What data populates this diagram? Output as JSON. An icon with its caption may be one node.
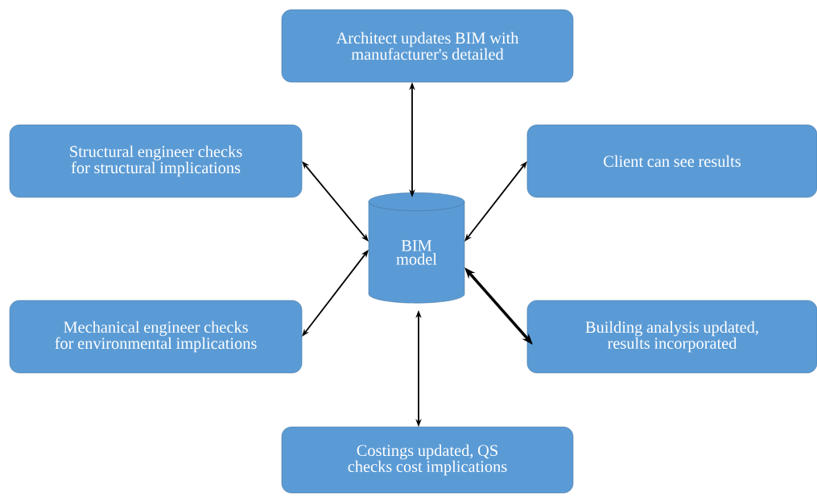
{
  "diagram": {
    "nodes": [
      {
        "text": [
          "Architect updates BIM with manufacturer's detailed"
        ]
      },
      {
        "text": [
          "Structural engineer checks for structural implications"
        ]
      },
      {
        "text": [
          "Client can see results"
        ]
      },
      {
        "text": [
          "BIM model"
        ]
      },
      {
        "text": [
          "Mechanical engineer checks for environmental implications"
        ]
      },
      {
        "text": [
          "Building analysis updated, results incorporated"
        ]
      },
      {
        "text": [
          "Costings updated, QS checks cost implications"
        ]
      }
    ],
    "edges": [
      {
        "from": 0,
        "to": 3,
        "arrow": "both"
      },
      {
        "from": 1,
        "to": 3,
        "arrow": "both"
      },
      {
        "from": 2,
        "to": 3,
        "arrow": "both"
      },
      {
        "from": 4,
        "to": 3,
        "arrow": "both"
      },
      {
        "from": 5,
        "to": 3,
        "arrow": "both",
        "style": "thick"
      },
      {
        "from": 6,
        "to": 3,
        "arrow": "both"
      }
    ]
  }
}
